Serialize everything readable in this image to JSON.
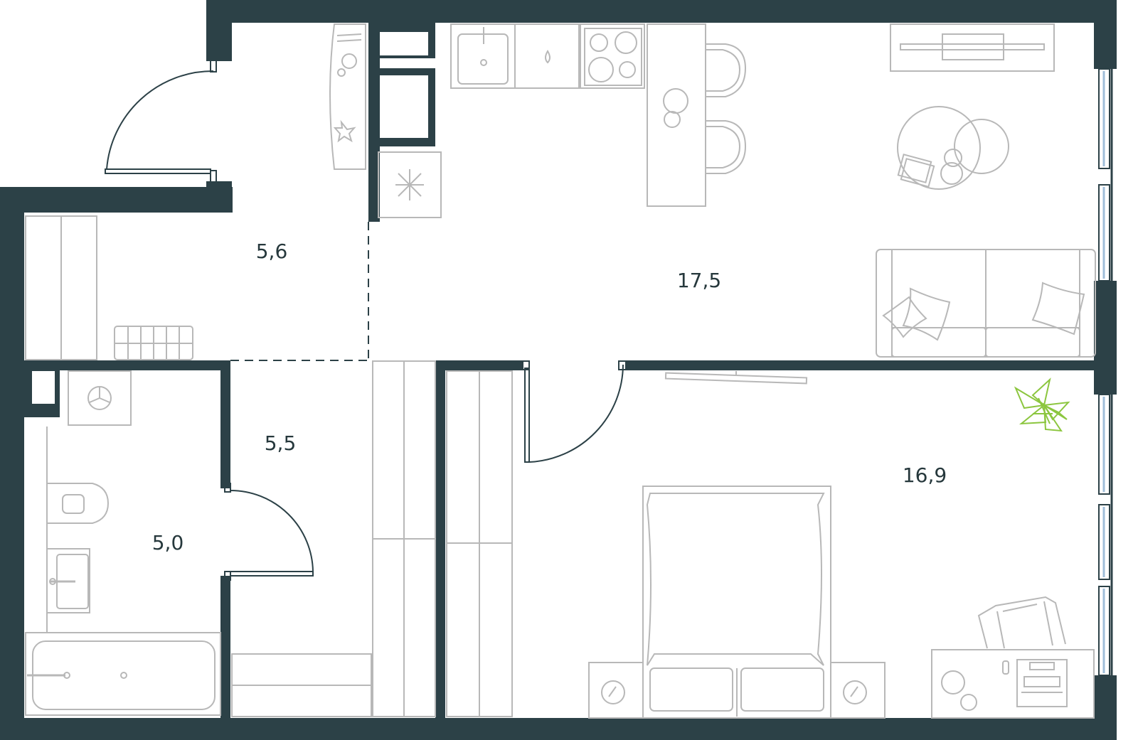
{
  "colors": {
    "wall": "#2c4147",
    "furniture": "#b8b8b8",
    "window": "#9fbdd9",
    "plant": "#8cc63f",
    "label": "#26383c"
  },
  "rooms": [
    {
      "id": "hallway",
      "area": "5,6"
    },
    {
      "id": "kitchen-living",
      "area": "17,5"
    },
    {
      "id": "corridor",
      "area": "5,5"
    },
    {
      "id": "bathroom",
      "area": "5,0"
    },
    {
      "id": "bedroom",
      "area": "16,9"
    }
  ]
}
